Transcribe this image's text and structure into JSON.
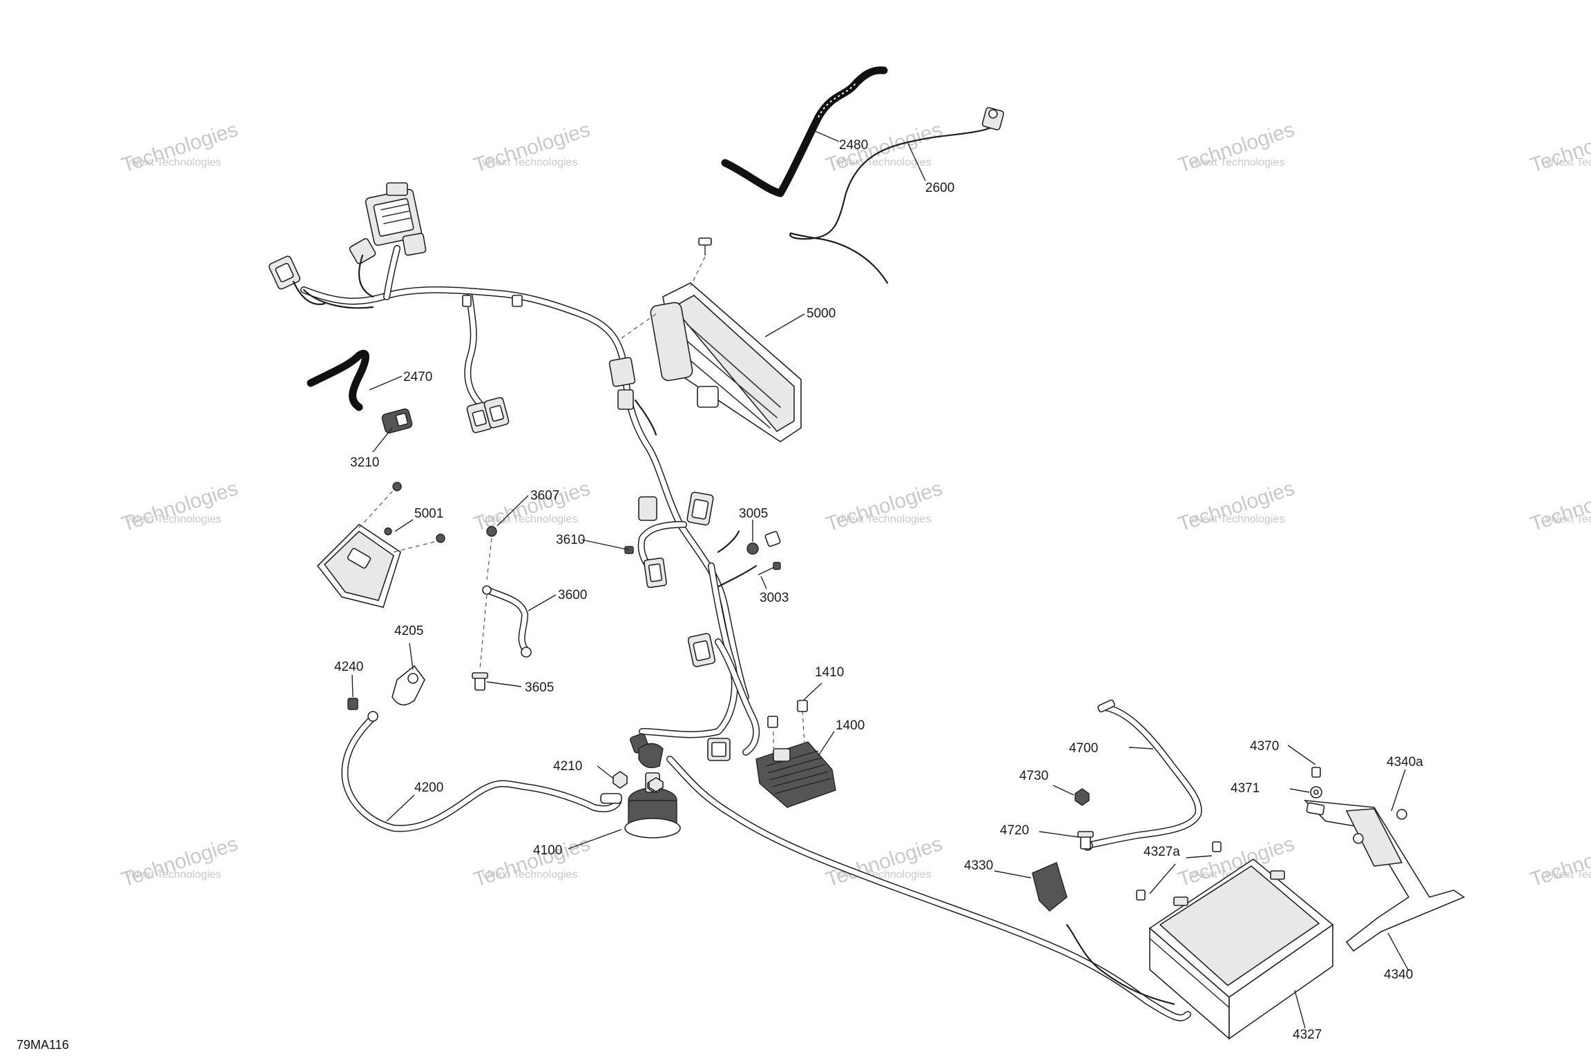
{
  "drawing_id": "79MA116",
  "watermark": {
    "line1": "vNext Technologies",
    "line2": "Technologies"
  },
  "part_labels": [
    {
      "id": "2480",
      "text": "2480"
    },
    {
      "id": "2600",
      "text": "2600"
    },
    {
      "id": "5000",
      "text": "5000"
    },
    {
      "id": "2470",
      "text": "2470"
    },
    {
      "id": "3210",
      "text": "3210"
    },
    {
      "id": "3607",
      "text": "3607"
    },
    {
      "id": "5001",
      "text": "5001"
    },
    {
      "id": "3610",
      "text": "3610"
    },
    {
      "id": "3005",
      "text": "3005"
    },
    {
      "id": "3003",
      "text": "3003"
    },
    {
      "id": "3600",
      "text": "3600"
    },
    {
      "id": "4205",
      "text": "4205"
    },
    {
      "id": "4240",
      "text": "4240"
    },
    {
      "id": "3605",
      "text": "3605"
    },
    {
      "id": "1410",
      "text": "1410"
    },
    {
      "id": "1400",
      "text": "1400"
    },
    {
      "id": "4700",
      "text": "4700"
    },
    {
      "id": "4370",
      "text": "4370"
    },
    {
      "id": "4340a",
      "text": "4340a"
    },
    {
      "id": "4371",
      "text": "4371"
    },
    {
      "id": "4730",
      "text": "4730"
    },
    {
      "id": "4210",
      "text": "4210"
    },
    {
      "id": "4200",
      "text": "4200"
    },
    {
      "id": "4720",
      "text": "4720"
    },
    {
      "id": "4100",
      "text": "4100"
    },
    {
      "id": "4327a",
      "text": "4327a"
    },
    {
      "id": "4330",
      "text": "4330"
    },
    {
      "id": "4340",
      "text": "4340"
    },
    {
      "id": "4327",
      "text": "4327"
    }
  ]
}
